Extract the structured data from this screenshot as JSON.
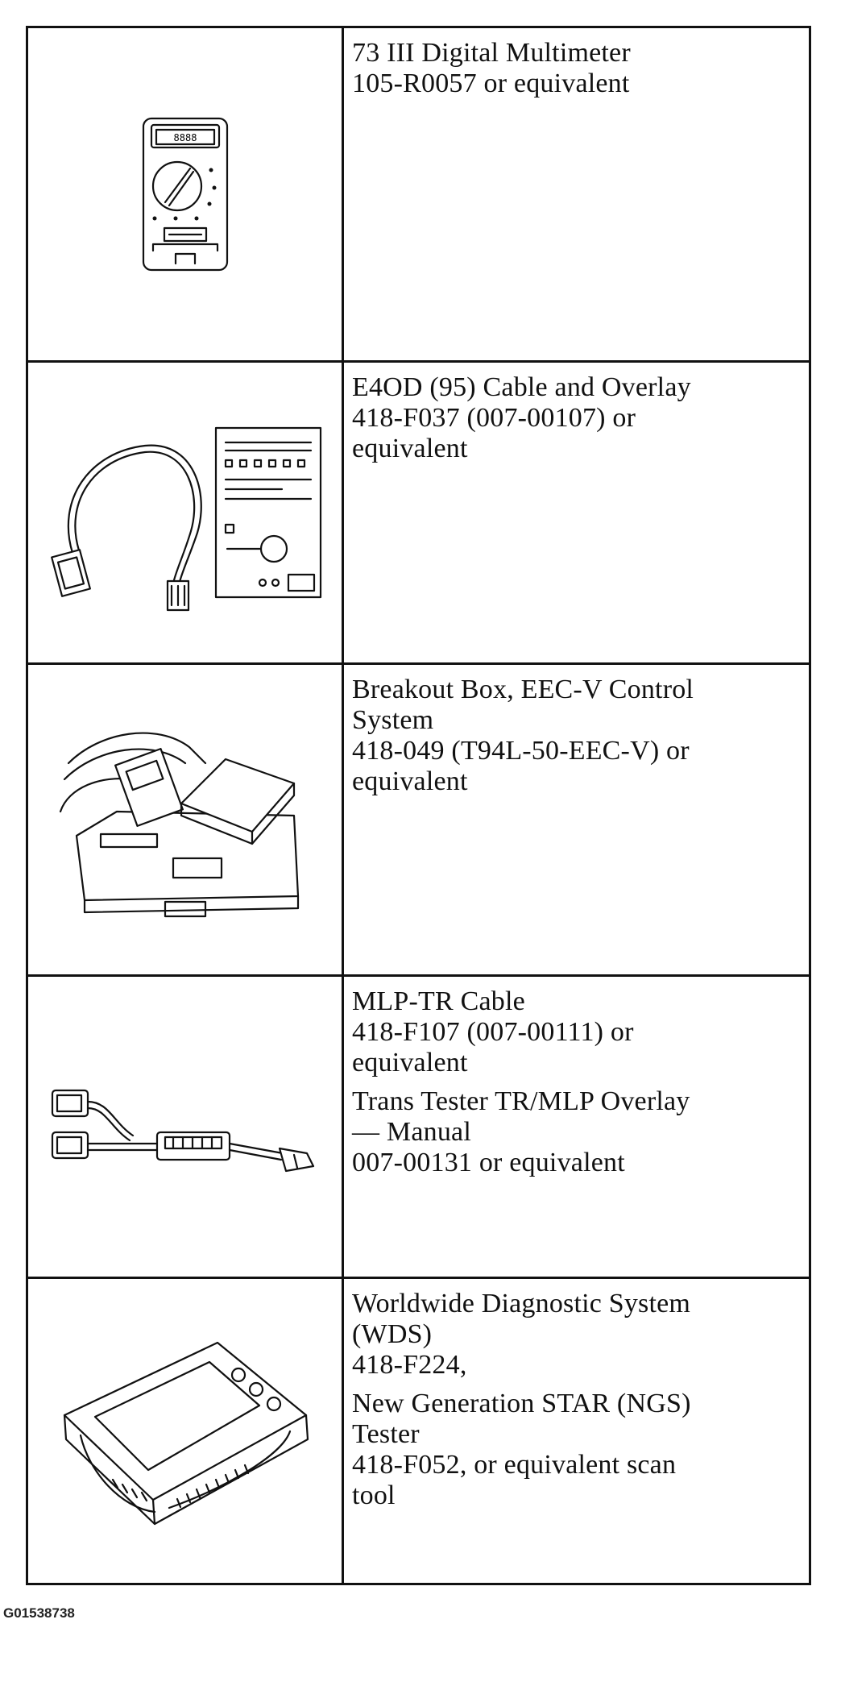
{
  "tools": [
    {
      "image": "digital-multimeter-illustration",
      "lines": [
        "73 III Digital Multimeter",
        "105-R0057 or equivalent"
      ]
    },
    {
      "image": "cable-and-overlay-illustration",
      "lines": [
        "E4OD (95) Cable and Overlay",
        "418-F037 (007-00107) or",
        "equivalent"
      ]
    },
    {
      "image": "breakout-box-illustration",
      "lines": [
        "Breakout Box, EEC-V Control",
        "System",
        "418-049 (T94L-50-EEC-V) or",
        "equivalent"
      ]
    },
    {
      "image": "mlp-tr-cable-illustration",
      "lines": [
        "MLP-TR Cable",
        "418-F107 (007-00111) or",
        "equivalent",
        "Trans Tester TR/MLP Overlay",
        "— Manual",
        "007-00131 or equivalent"
      ]
    },
    {
      "image": "scan-tool-illustration",
      "lines": [
        "Worldwide Diagnostic System",
        "(WDS)",
        "418-F224,",
        "New Generation STAR (NGS)",
        "Tester",
        "418-F052, or equivalent scan",
        "tool"
      ]
    }
  ],
  "figure_id": "G01538738"
}
